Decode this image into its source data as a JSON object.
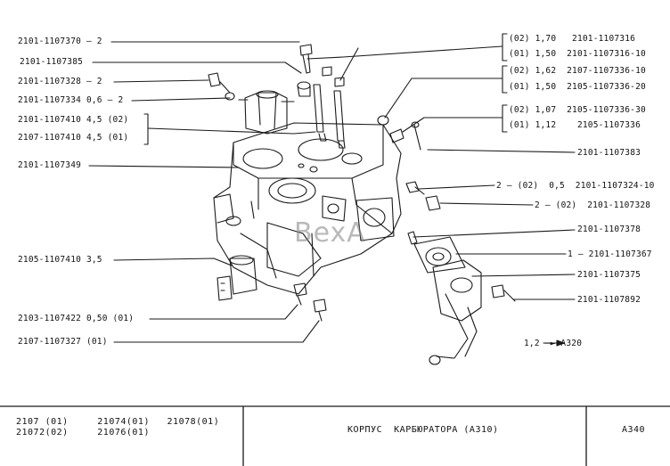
{
  "parts_left": [
    {
      "label": "2101-1107370 — 2"
    },
    {
      "label": "2101-1107385"
    },
    {
      "label": "2101-1107328 — 2"
    },
    {
      "label": "2101-1107334 0,6 — 2"
    },
    {
      "label": "2101-1107410 4,5 (02)"
    },
    {
      "label": "2107-1107410 4,5 (01)"
    },
    {
      "label": "2101-1107349"
    },
    {
      "label": "2105-1107410 3,5"
    },
    {
      "label": "2103-1107422 0,50 (01)"
    },
    {
      "label": "2107-1107327 (01)"
    }
  ],
  "parts_right_groups": [
    [
      "(02) 1,70   2101-1107316",
      "(01) 1,50  2101-1107316-10"
    ],
    [
      "(02) 1,62  2107-1107336-10",
      "(01) 1,50  2105-1107336-20"
    ],
    [
      "(02) 1,07  2105-1107336-30",
      "(01) 1,12    2105-1107336"
    ]
  ],
  "parts_right": [
    {
      "label": "2101-1107383"
    },
    {
      "label": "2 — (02)  0,5  2101-1107324-10"
    },
    {
      "label": "2 — (02)  2101-1107328"
    },
    {
      "label": "2101-1107378"
    },
    {
      "label": "1 — 2101-1107367"
    },
    {
      "label": "2101-1107375"
    },
    {
      "label": "2101-1107892"
    }
  ],
  "ref_note": "1,2 —► A320",
  "watermark": "BexA",
  "footer": {
    "models_row1": "2107 (01)     21074(01)   21078(01)",
    "models_row2": "21072(02)     21076(01)",
    "title": "КОРПУС  КАРБЮРАТОРА (А310)",
    "code": "А340"
  }
}
